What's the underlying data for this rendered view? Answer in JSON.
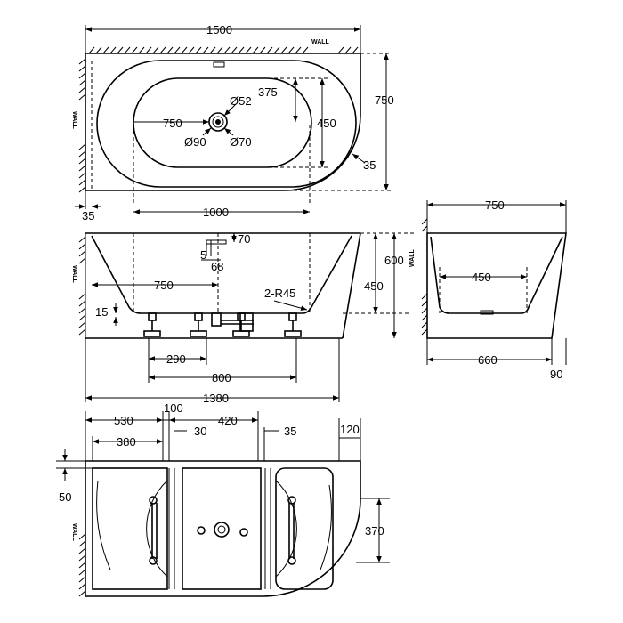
{
  "wall_label": "WALL",
  "top_view": {
    "dims": {
      "overall_length": "1500",
      "overall_width": "750",
      "inner_half_length": "375",
      "waste_offset": "750",
      "waste_d52": "Ø52",
      "waste_d90": "Ø90",
      "waste_d70": "Ø70",
      "inner_width": "450",
      "corner_r": "35",
      "wall_gap": "35",
      "inner_length": "1000"
    }
  },
  "front_view": {
    "dims": {
      "overflow_h": "70",
      "overflow_w": "5",
      "overflow_off": "68",
      "height": "600",
      "inner_depth": "450",
      "base_offset": "750",
      "radius": "2-R45",
      "base_h": "15",
      "feet_a": "290",
      "feet_b": "800",
      "base_len": "1380"
    }
  },
  "side_view": {
    "dims": {
      "width": "750",
      "inner": "450",
      "base": "660",
      "gap": "90"
    }
  },
  "base_view": {
    "dims": {
      "d530": "530",
      "d100": "100",
      "d420": "420",
      "d380": "380",
      "d30": "30",
      "d35": "35",
      "d120": "120",
      "d50": "50",
      "d370": "370"
    }
  }
}
